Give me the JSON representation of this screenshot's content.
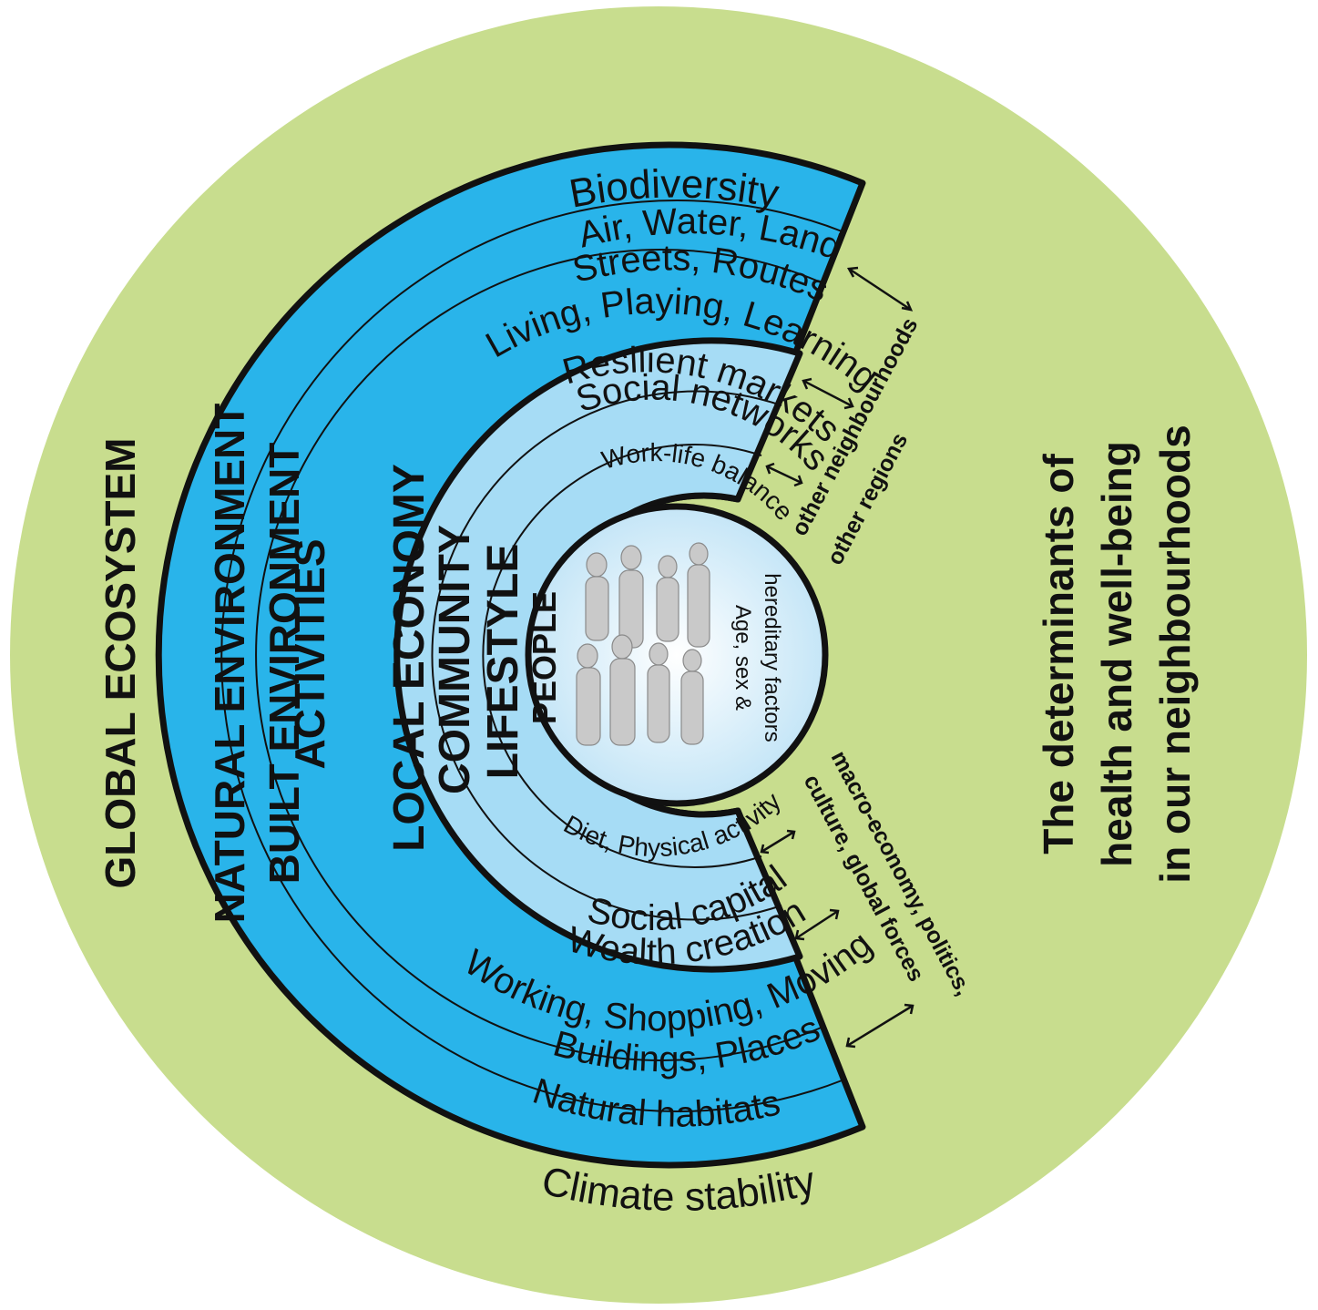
{
  "title_lines": [
    "The determinants of",
    "health and well-being",
    "in our neighbourhoods"
  ],
  "outer": {
    "top": "Biodiversity",
    "bottom": "Climate stability",
    "label": "GLOBAL ECOSYSTEM"
  },
  "layers": [
    {
      "label": "NATURAL ENVIRONMENT",
      "top": "Air, Water, Land",
      "bottom": "Natural habitats"
    },
    {
      "label": "BUILT ENVIRONMENT",
      "top": "Streets, Routes",
      "bottom": "Buildings, Places"
    },
    {
      "label": "ACTIVITIES",
      "top": "Living, Playing, Learning",
      "bottom": "Working, Shopping, Moving"
    },
    {
      "label": "LOCAL ECONOMY",
      "top": "Resilient markets",
      "bottom": "Wealth creation"
    },
    {
      "label": "COMMUNITY",
      "top": "Social networks",
      "bottom": "Social capital"
    },
    {
      "label": "LIFESTYLE",
      "top": "Work-life balance",
      "bottom": "Diet, Physical activity"
    }
  ],
  "center": {
    "label": "PEOPLE",
    "sub_lines": [
      "Age, sex &",
      "hereditary factors"
    ]
  },
  "side_labels": {
    "upper": [
      "other neighbourhoods",
      "other regions"
    ],
    "lower": [
      "macro-economy, politics,",
      "culture, global forces"
    ]
  },
  "colors": {
    "outer": "#c8dd8e",
    "dark_blue": "#29b4ea",
    "light_blue": "#a6dcf5",
    "center": "#dff1fb",
    "line": "#111111"
  }
}
